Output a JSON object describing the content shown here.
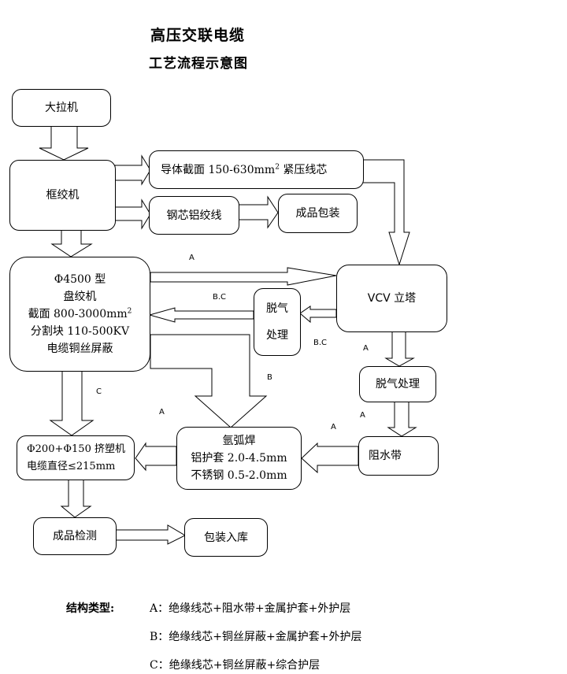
{
  "title": "高压交联电缆",
  "subtitle": "工艺流程示意图",
  "nodes": {
    "dalaji": "大拉机",
    "kuangjiaoji": "框绞机",
    "conductor": {
      "text": "导体截面 150-630mm",
      "sup": "2",
      "suffix": " 紧压线芯"
    },
    "acsr": "钢芯铝绞线",
    "finished_pack": "成品包装",
    "pan_jiao": {
      "line1": "Φ4500 型",
      "line2": "盘绞机",
      "line3": "截面 800-3000mm",
      "line3_sup": "2",
      "line4": "分割块 110-500KV",
      "line5": "电缆铜丝屏蔽"
    },
    "vcv": "VCV 立塔",
    "degas_small": {
      "line1": "脱气",
      "line2": "处理"
    },
    "degas_right": "脱气处理",
    "water_block": "阻水带",
    "argon_weld": {
      "line1": "氩弧焊",
      "line2": "铝护套 2.0-4.5mm",
      "line3": "不锈钢 0.5-2.0mm"
    },
    "extruder": {
      "line1": "Φ200+Φ150 挤塑机",
      "line2": "电缆直径≤215mm"
    },
    "inspection": "成品检测",
    "warehouse": "包装入库"
  },
  "path_labels": {
    "a_top": "A",
    "bc_left": "B.C",
    "bc_right": "B.C",
    "a_vcv_down": "A",
    "b_weld": "B",
    "c_extruder": "C",
    "a_mid": "A",
    "a_degas_down": "A",
    "a_water": "A"
  },
  "legend": {
    "title": "结构类型:",
    "items": [
      "A：绝缘线芯+阻水带+金属护套+外护层",
      "B：绝缘线芯+铜丝屏蔽+金属护套+外护层",
      "C：绝缘线芯+铜丝屏蔽+综合护层"
    ]
  }
}
